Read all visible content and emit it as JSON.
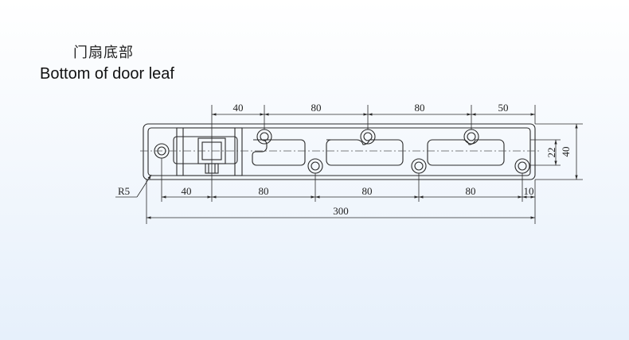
{
  "heading": {
    "title_cn": "门扇底部",
    "title_en": "Bottom of door leaf"
  },
  "drawing": {
    "top_dims": [
      "40",
      "80",
      "80",
      "50"
    ],
    "bottom_dims": [
      "40",
      "80",
      "80",
      "80",
      "10"
    ],
    "overall_length": "300",
    "right_inner": "22",
    "right_outer": "40",
    "radius_label": "R5"
  },
  "colors": {
    "line": "#2a2a2a",
    "background_bottom": "#e6f0fb"
  }
}
